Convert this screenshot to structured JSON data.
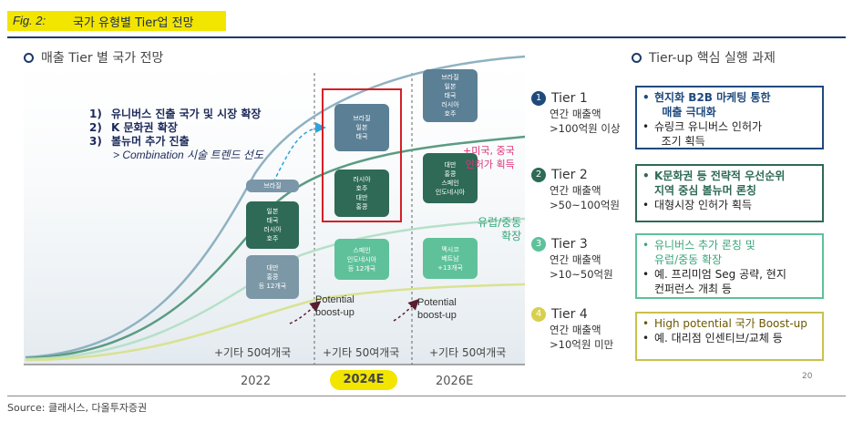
{
  "header": {
    "fig_num": "Fig. 2:",
    "fig_title": "국가 유형별 Tier업 전망"
  },
  "left_title": "매출 Tier 별 국가 전망",
  "right_title": "Tier-up 핵심 실행 과제",
  "goals": [
    {
      "num": "1)",
      "text": "유니버스 진출 국가 및 시장 확장"
    },
    {
      "num": "2)",
      "text": "K 문화권 확장"
    },
    {
      "num": "3)",
      "text": "볼뉴머 추가 진출"
    }
  ],
  "goals_sub": "> Combination 시술 트렌드 선도",
  "tiles": {
    "c1_top": "브라질",
    "c1_dark": [
      "일본",
      "태국",
      "러시아",
      "호주"
    ],
    "c1_grey": [
      "대만",
      "홍콩",
      "등 12개국"
    ],
    "c2_mid": [
      "브라질",
      "일본",
      "태국"
    ],
    "c2_dark": [
      "러시아",
      "호주",
      "대만",
      "홍콩"
    ],
    "c2_light": [
      "스페인",
      "인도네시아",
      "등 12개국"
    ],
    "c3_mid": [
      "브라질",
      "일본",
      "태국",
      "러시아",
      "호주"
    ],
    "c3_dark": [
      "대만",
      "홍콩",
      "스페인",
      "인도네시아"
    ],
    "c3_light": [
      "멕시코",
      "베트남",
      "+13개국"
    ]
  },
  "curve_labels": {
    "us_cn": [
      "+미국, 중국",
      "인허가 획득"
    ],
    "eu_me": [
      "유럽/중동",
      "확장"
    ]
  },
  "boost_label": [
    "Potential",
    "boost-up"
  ],
  "etc_label": "+기타 50여개국",
  "years": [
    "2022",
    "2024E",
    "2026E"
  ],
  "tiers": [
    {
      "badge": "1",
      "name": "Tier 1",
      "desc": [
        "연간 매출액",
        ">100억원 이상"
      ],
      "color": "#1f4a7d",
      "items": [
        "현지화 B2B 마케팅 통한\n  매출 극대화",
        "슈링크 유니버스 인허가\n  조기 획득"
      ]
    },
    {
      "badge": "2",
      "name": "Tier 2",
      "desc": [
        "연간 매출액",
        ">50~100억원"
      ],
      "color": "#2e6a56",
      "items": [
        "K문화권 등 전략적 우선순위\n지역 중심 볼뉴머 론칭",
        "대형시장 인허가 획득"
      ]
    },
    {
      "badge": "3",
      "name": "Tier 3",
      "desc": [
        "연간 매출액",
        ">10~50억원"
      ],
      "color": "#5fc19a",
      "items": [
        "유니버스 추가 론칭 및\n유럽/중동 확장",
        "예. 프리미엄 Seg 공략, 현지\n컨퍼런스 개최 등"
      ]
    },
    {
      "badge": "4",
      "name": "Tier 4",
      "desc": [
        "연간 매출액",
        ">10억원 미만"
      ],
      "color": "#d8cf4f",
      "items": [
        "High potential 국가 Boost-up",
        "예. 대리점 인센티브/교체 등"
      ]
    }
  ],
  "page_number": "20",
  "source": "Source: 클래시스, 다올투자증권"
}
